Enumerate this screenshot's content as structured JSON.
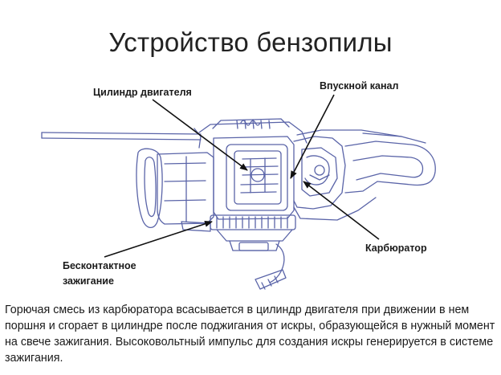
{
  "slide": {
    "title": "Устройство бензопилы",
    "caption": "Горючая смесь из карбюратора всасывается в цилиндр двигателя при движении в нем поршня и сгорает в цилиндре после поджигания от искры, образующейся в нужный момент на свече зажигания. Высоковольтный импульс для создания искры генерируется в системе зажигания."
  },
  "diagram": {
    "labels": {
      "cylinder": "Цилиндр двигателя",
      "intake": "Впускной канал",
      "carburetor": "Карбюратор",
      "ignition": "Бесконтактное зажигание"
    },
    "line_color": "#5a64a8",
    "arrow_color": "#111111"
  }
}
